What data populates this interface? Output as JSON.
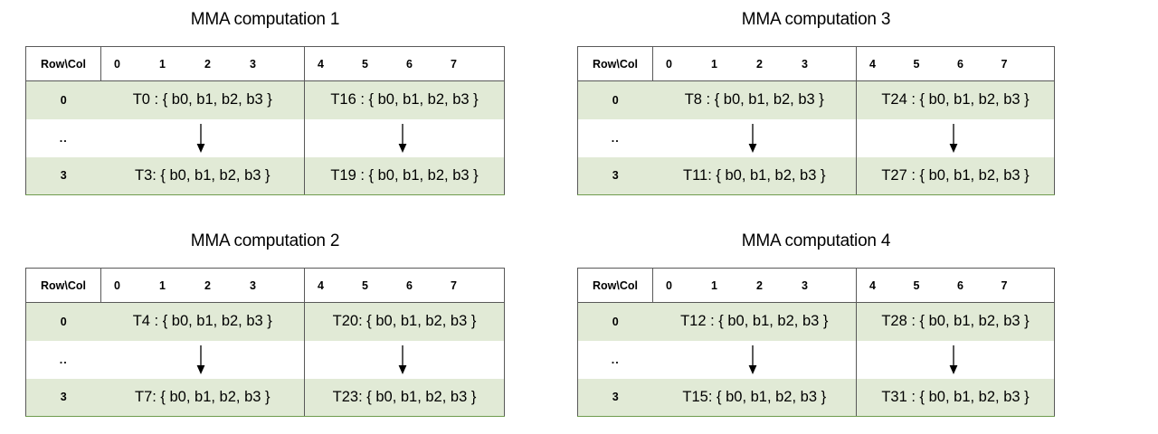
{
  "page": {
    "background": "#ffffff",
    "shaded_row_color": "#e1ead6",
    "border_color": "#595959",
    "bottom_border_color": "#6f9c4e"
  },
  "panels": [
    {
      "id": "mma-computation-1",
      "title": "MMA computation 1",
      "header": {
        "corner": "Row\\Col",
        "columns_left": [
          "0",
          "1",
          "2",
          "3"
        ],
        "columns_right": [
          "4",
          "5",
          "6",
          "7"
        ]
      },
      "rows": [
        {
          "label": "0",
          "left": "T0 : { b0, b1, b2, b3 }",
          "right": "T16 : { b0, b1, b2, b3 }",
          "kind": "text"
        },
        {
          "label": "..",
          "left": "arrow-down-icon",
          "right": "arrow-down-icon",
          "kind": "arrow"
        },
        {
          "label": "3",
          "left": "T3: { b0, b1, b2, b3 }",
          "right": "T19 : { b0, b1, b2, b3 }",
          "kind": "text"
        }
      ]
    },
    {
      "id": "mma-computation-3",
      "title": "MMA computation 3",
      "header": {
        "corner": "Row\\Col",
        "columns_left": [
          "0",
          "1",
          "2",
          "3"
        ],
        "columns_right": [
          "4",
          "5",
          "6",
          "7"
        ]
      },
      "rows": [
        {
          "label": "0",
          "left": "T8 : { b0, b1, b2, b3 }",
          "right": "T24 : { b0, b1, b2, b3 }",
          "kind": "text"
        },
        {
          "label": "..",
          "left": "arrow-down-icon",
          "right": "arrow-down-icon",
          "kind": "arrow"
        },
        {
          "label": "3",
          "left": "T11: { b0, b1, b2, b3 }",
          "right": "T27 : { b0, b1, b2, b3 }",
          "kind": "text"
        }
      ]
    },
    {
      "id": "mma-computation-2",
      "title": "MMA computation 2",
      "header": {
        "corner": "Row\\Col",
        "columns_left": [
          "0",
          "1",
          "2",
          "3"
        ],
        "columns_right": [
          "4",
          "5",
          "6",
          "7"
        ]
      },
      "rows": [
        {
          "label": "0",
          "left": "T4 : { b0, b1, b2, b3 }",
          "right": "T20: { b0, b1, b2, b3 }",
          "kind": "text"
        },
        {
          "label": "..",
          "left": "arrow-down-icon",
          "right": "arrow-down-icon",
          "kind": "arrow"
        },
        {
          "label": "3",
          "left": "T7: { b0, b1, b2, b3 }",
          "right": "T23: { b0, b1, b2, b3 }",
          "kind": "text"
        }
      ]
    },
    {
      "id": "mma-computation-4",
      "title": "MMA computation 4",
      "header": {
        "corner": "Row\\Col",
        "columns_left": [
          "0",
          "1",
          "2",
          "3"
        ],
        "columns_right": [
          "4",
          "5",
          "6",
          "7"
        ]
      },
      "rows": [
        {
          "label": "0",
          "left": "T12 : { b0, b1, b2, b3 }",
          "right": "T28 : { b0, b1, b2, b3 }",
          "kind": "text"
        },
        {
          "label": "..",
          "left": "arrow-down-icon",
          "right": "arrow-down-icon",
          "kind": "arrow"
        },
        {
          "label": "3",
          "left": "T15: { b0, b1, b2, b3 }",
          "right": "T31 : { b0, b1, b2, b3 }",
          "kind": "text"
        }
      ]
    }
  ]
}
